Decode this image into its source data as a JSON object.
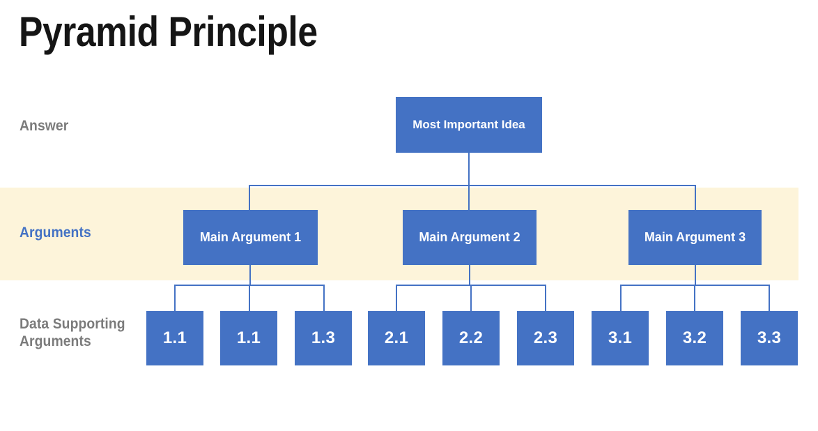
{
  "page": {
    "title": "Pyramid Principle",
    "background_color": "#ffffff",
    "accent_color": "#4472c4",
    "highlight_color": "#fdf4da",
    "label_color": "#7b7b7b"
  },
  "row_labels": [
    {
      "key": "answer",
      "text": "Answer",
      "color": "#7b7b7b"
    },
    {
      "key": "arguments",
      "text": "Arguments",
      "color": "#4472c4"
    },
    {
      "key": "data",
      "text": "Data Supporting\nArguments",
      "color": "#7b7b7b"
    }
  ],
  "diagram": {
    "type": "tree",
    "root": {
      "label": "Most Important\nIdea"
    },
    "arguments": [
      {
        "label": "Main Argument 1"
      },
      {
        "label": "Main Argument 2"
      },
      {
        "label": "Main Argument 3"
      }
    ],
    "data_nodes": [
      {
        "label": "1.1"
      },
      {
        "label": "1.1"
      },
      {
        "label": "1.3"
      },
      {
        "label": "2.1"
      },
      {
        "label": "2.2"
      },
      {
        "label": "2.3"
      },
      {
        "label": "3.1"
      },
      {
        "label": "3.2"
      },
      {
        "label": "3.3"
      }
    ]
  }
}
